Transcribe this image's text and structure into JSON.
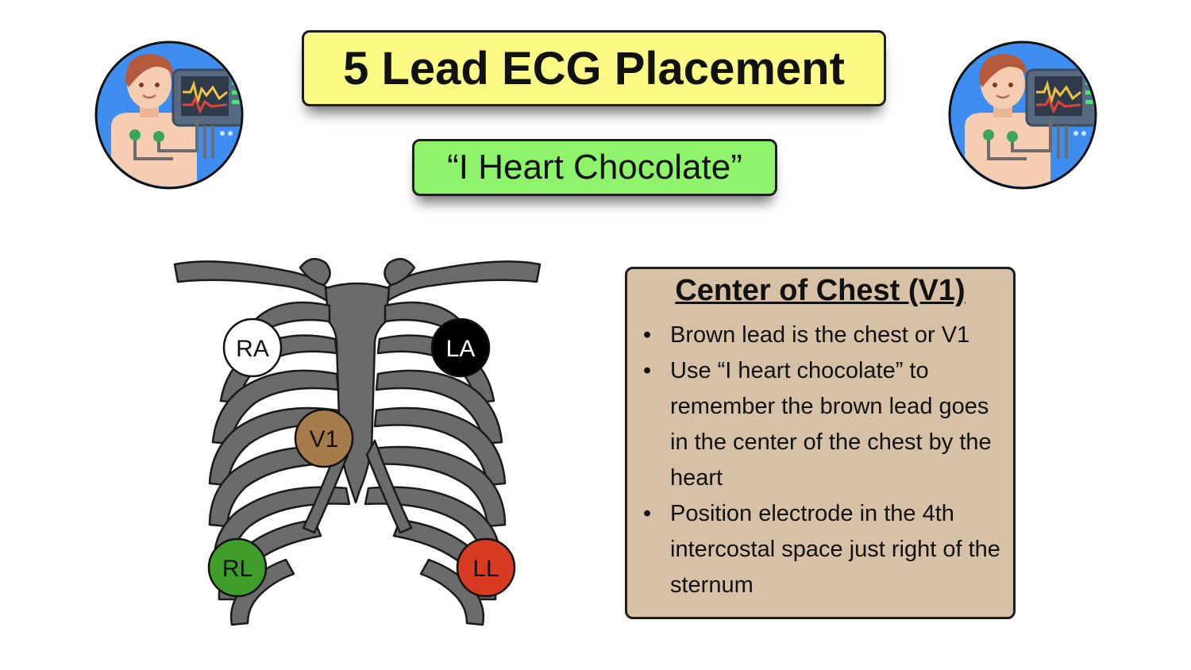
{
  "title": "5 Lead ECG Placement",
  "subtitle": "“I Heart Chocolate”",
  "diagram": {
    "leads": [
      {
        "label": "RA",
        "color": "#ffffff",
        "text_color": "#111111"
      },
      {
        "label": "LA",
        "color": "#000000",
        "text_color": "#ffffff"
      },
      {
        "label": "V1",
        "color": "#a77c4b",
        "text_color": "#111111"
      },
      {
        "label": "RL",
        "color": "#3f9e2a",
        "text_color": "#111111"
      },
      {
        "label": "LL",
        "color": "#d93a22",
        "text_color": "#111111"
      }
    ],
    "bone_color": "#6b6b6b",
    "avatar_ring_color": "#3d8ef0"
  },
  "info": {
    "heading": "Center of Chest (V1)",
    "bullets": [
      "Brown lead is the chest or V1",
      "Use “I heart chocolate” to remember the brown lead goes in the center of the chest by the heart",
      "Position electrode in the 4th intercostal space just right of the sternum"
    ]
  }
}
